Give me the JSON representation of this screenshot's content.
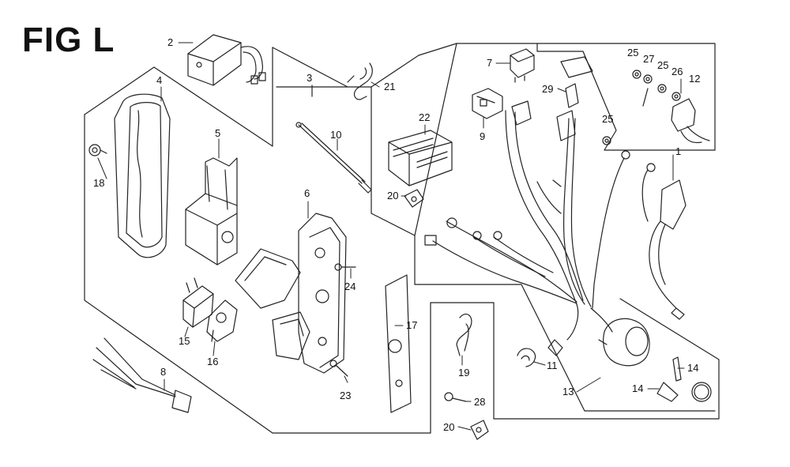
{
  "figure": {
    "title": "FIG L"
  },
  "callouts": [
    {
      "id": "c2",
      "text": "2"
    },
    {
      "id": "c3",
      "text": "3"
    },
    {
      "id": "c4",
      "text": "4"
    },
    {
      "id": "c5",
      "text": "5"
    },
    {
      "id": "c6",
      "text": "6"
    },
    {
      "id": "c7",
      "text": "7"
    },
    {
      "id": "c8",
      "text": "8"
    },
    {
      "id": "c9",
      "text": "9"
    },
    {
      "id": "c10",
      "text": "10"
    },
    {
      "id": "c11",
      "text": "11"
    },
    {
      "id": "c12",
      "text": "12"
    },
    {
      "id": "c13",
      "text": "13"
    },
    {
      "id": "c14a",
      "text": "14"
    },
    {
      "id": "c14b",
      "text": "14"
    },
    {
      "id": "c15",
      "text": "15"
    },
    {
      "id": "c16",
      "text": "16"
    },
    {
      "id": "c17",
      "text": "17"
    },
    {
      "id": "c18",
      "text": "18"
    },
    {
      "id": "c19",
      "text": "19"
    },
    {
      "id": "c20a",
      "text": "20"
    },
    {
      "id": "c20b",
      "text": "20"
    },
    {
      "id": "c21",
      "text": "21"
    },
    {
      "id": "c22",
      "text": "22"
    },
    {
      "id": "c23",
      "text": "23"
    },
    {
      "id": "c24",
      "text": "24"
    },
    {
      "id": "c25a",
      "text": "25"
    },
    {
      "id": "c25b",
      "text": "25"
    },
    {
      "id": "c25c",
      "text": "25"
    },
    {
      "id": "c26",
      "text": "26"
    },
    {
      "id": "c27",
      "text": "27"
    },
    {
      "id": "c28",
      "text": "28"
    },
    {
      "id": "c29",
      "text": "29"
    },
    {
      "id": "c1",
      "text": "1"
    }
  ],
  "style": {
    "line_color": "#222222",
    "background": "#ffffff"
  }
}
